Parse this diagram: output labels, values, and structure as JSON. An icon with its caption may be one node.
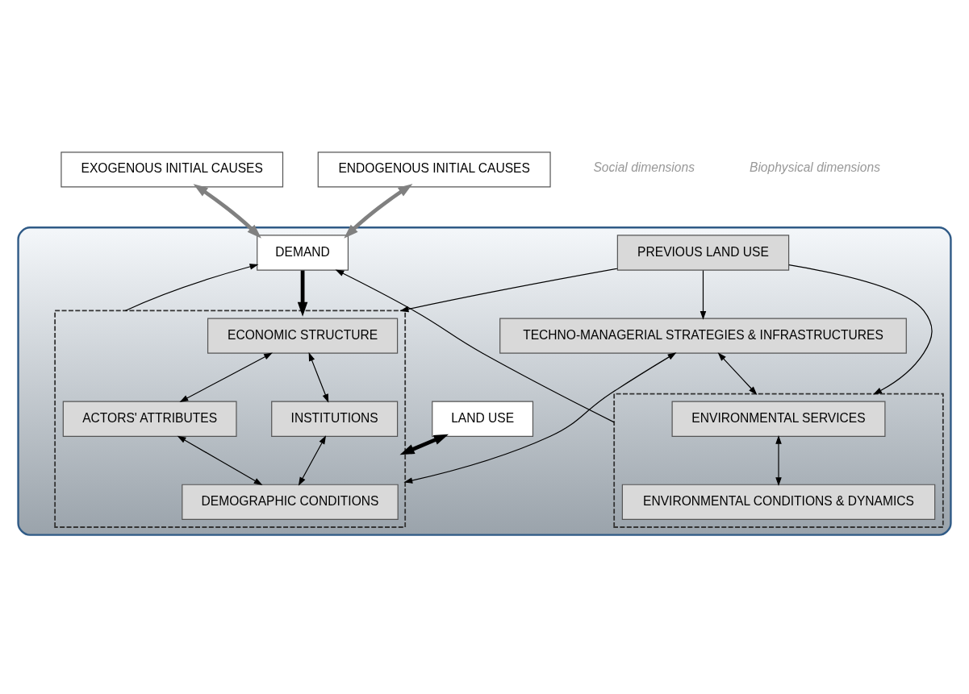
{
  "diagram": {
    "nodes": [
      {
        "text": [],
        "shape": "box"
      },
      {
        "text": [
          "EXOGENOUS INITIAL CAUSES"
        ]
      },
      {
        "text": [
          "ENDOGENOUS INITIAL CAUSES"
        ]
      },
      {
        "text": [
          "DEMAND"
        ],
        "in": 0
      },
      {
        "text": [],
        "shape": "box",
        "in": 0
      },
      {
        "text": [
          "ECONOMIC STRUCTURE"
        ],
        "in": 4
      },
      {
        "text": [
          "ACTORS' ATTRIBUTES"
        ],
        "in": 4
      },
      {
        "text": [
          "INSTITUTIONS"
        ],
        "in": 4
      },
      {
        "text": [
          "DEMOGRAPHIC CONDITIONS"
        ],
        "in": 4
      },
      {
        "text": [
          "PREVIOUS LAND USE"
        ],
        "in": 0
      },
      {
        "text": [
          "TECHNO-MANAGERIAL STRATEGIES & INFRASTRUCTURES"
        ],
        "in": 0
      },
      {
        "text": [
          "LAND USE"
        ],
        "in": 0
      },
      {
        "text": [],
        "shape": "box",
        "in": 0
      },
      {
        "text": [
          "ENVIRONMENTAL SERVICES"
        ],
        "in": 12
      },
      {
        "text": [
          "ENVIRONMENTAL CONDITIONS & DYNAMICS"
        ],
        "in": 12
      }
    ],
    "edges": [
      {
        "from": 1,
        "to": 3,
        "arrow": "both",
        "style": "thick",
        "color": "#808080"
      },
      {
        "from": 2,
        "to": 3,
        "arrow": "both",
        "style": "thick",
        "color": "#808080"
      },
      {
        "from": 3,
        "to": 4,
        "arrow": "to",
        "style": "thick"
      },
      {
        "from": 4,
        "to": 3,
        "arrow": "to"
      },
      {
        "from": 5,
        "to": 6,
        "arrow": "both"
      },
      {
        "from": 5,
        "to": 7,
        "arrow": "both"
      },
      {
        "from": 6,
        "to": 8,
        "arrow": "both"
      },
      {
        "from": 7,
        "to": 8,
        "arrow": "both"
      },
      {
        "from": 4,
        "to": 11,
        "arrow": "both",
        "style": "thick"
      },
      {
        "from": 9,
        "to": 4,
        "arrow": "to"
      },
      {
        "from": 9,
        "to": 10,
        "arrow": "to"
      },
      {
        "from": 9,
        "to": 12,
        "arrow": "to"
      },
      {
        "from": 4,
        "to": 10,
        "arrow": "both"
      },
      {
        "from": 10,
        "to": 12,
        "arrow": "both"
      },
      {
        "from": 13,
        "to": 14,
        "arrow": "both"
      },
      {
        "from": 12,
        "to": 3,
        "arrow": "to"
      }
    ],
    "labels": [
      "Social dimensions",
      "Biophysical dimensions"
    ]
  }
}
